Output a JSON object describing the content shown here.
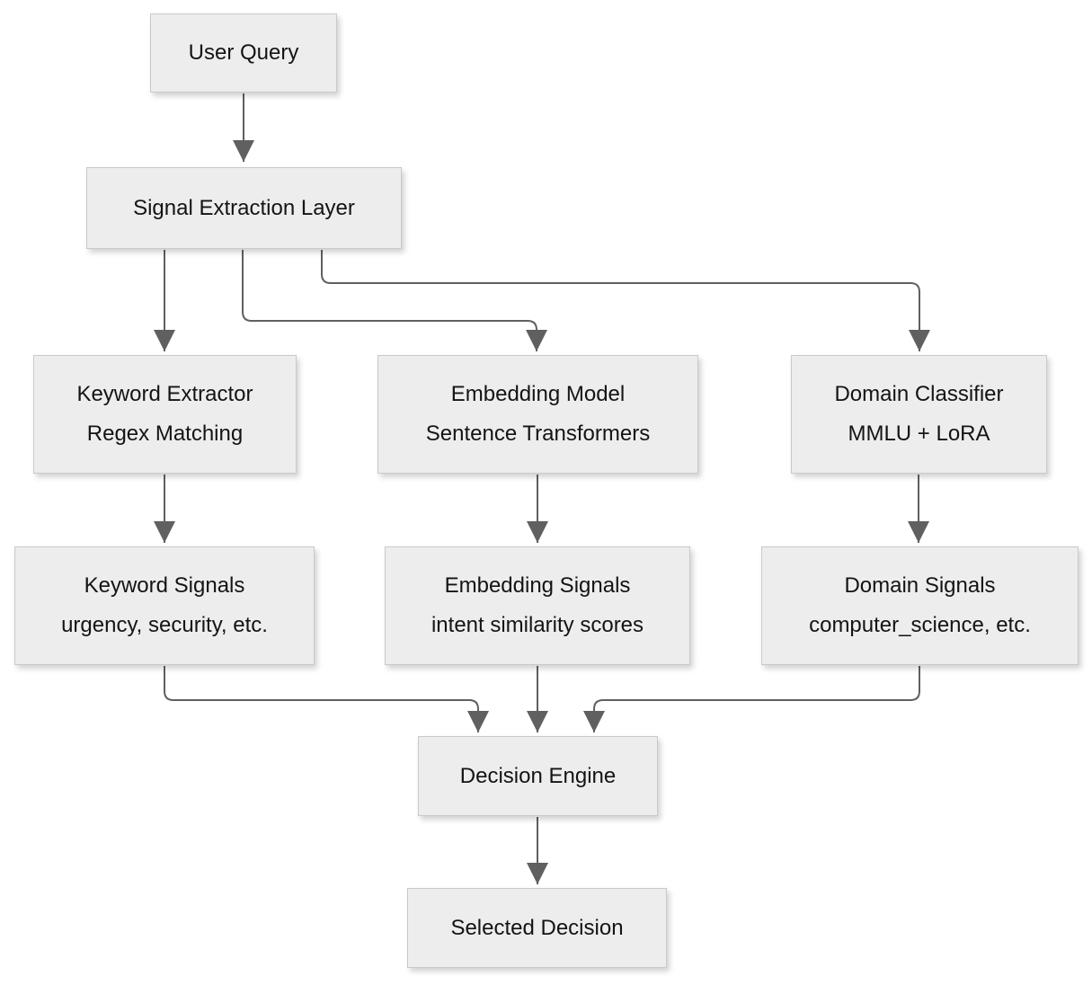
{
  "diagram": {
    "type": "flowchart",
    "background": "#ffffff",
    "colors": {
      "node_fill": "#ededed",
      "node_border": "#c9c9c9",
      "arrow": "#606060",
      "text": "#141414"
    },
    "nodes": [
      {
        "id": "user-query",
        "lines": [
          "User Query"
        ]
      },
      {
        "id": "signal-extraction-layer",
        "lines": [
          "Signal Extraction Layer"
        ]
      },
      {
        "id": "keyword-extractor",
        "lines": [
          "Keyword Extractor",
          "Regex Matching"
        ]
      },
      {
        "id": "embedding-model",
        "lines": [
          "Embedding Model",
          "Sentence Transformers"
        ]
      },
      {
        "id": "domain-classifier",
        "lines": [
          "Domain Classifier",
          "MMLU + LoRA"
        ]
      },
      {
        "id": "keyword-signals",
        "lines": [
          "Keyword Signals",
          "urgency, security, etc."
        ]
      },
      {
        "id": "embedding-signals",
        "lines": [
          "Embedding Signals",
          "intent similarity scores"
        ]
      },
      {
        "id": "domain-signals",
        "lines": [
          "Domain Signals",
          "computer_science, etc."
        ]
      },
      {
        "id": "decision-engine",
        "lines": [
          "Decision Engine"
        ]
      },
      {
        "id": "selected-decision",
        "lines": [
          "Selected Decision"
        ]
      }
    ],
    "edges": [
      {
        "from": "User Query",
        "to": "Signal Extraction Layer"
      },
      {
        "from": "Signal Extraction Layer",
        "to": "Keyword Extractor"
      },
      {
        "from": "Signal Extraction Layer",
        "to": "Embedding Model"
      },
      {
        "from": "Signal Extraction Layer",
        "to": "Domain Classifier"
      },
      {
        "from": "Keyword Extractor",
        "to": "Keyword Signals"
      },
      {
        "from": "Embedding Model",
        "to": "Embedding Signals"
      },
      {
        "from": "Domain Classifier",
        "to": "Domain Signals"
      },
      {
        "from": "Keyword Signals",
        "to": "Decision Engine"
      },
      {
        "from": "Embedding Signals",
        "to": "Decision Engine"
      },
      {
        "from": "Domain Signals",
        "to": "Decision Engine"
      },
      {
        "from": "Decision Engine",
        "to": "Selected Decision"
      }
    ]
  }
}
